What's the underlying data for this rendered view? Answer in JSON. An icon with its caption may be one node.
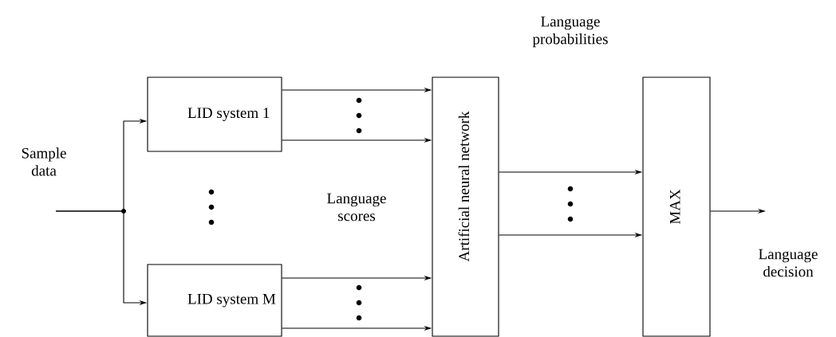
{
  "diagram": {
    "nodes": [
      {
        "text": [
          "LID system 1"
        ]
      },
      {
        "text": [
          "LID system M"
        ]
      },
      {
        "text": [
          "Artificial neural network"
        ]
      },
      {
        "text": [
          "MAX"
        ]
      }
    ],
    "edges": [
      {
        "from": null,
        "to": 0,
        "arrow": "to"
      },
      {
        "from": null,
        "to": 1,
        "arrow": "to"
      },
      {
        "from": 0,
        "to": 2,
        "arrow": "to"
      },
      {
        "from": 0,
        "to": 2,
        "arrow": "to"
      },
      {
        "from": 1,
        "to": 2,
        "arrow": "to"
      },
      {
        "from": 1,
        "to": 2,
        "arrow": "to"
      },
      {
        "from": 2,
        "to": 3,
        "arrow": "to"
      },
      {
        "from": 2,
        "to": 3,
        "arrow": "to"
      },
      {
        "from": 3,
        "to": null,
        "arrow": "to"
      }
    ],
    "labels": [
      "Language probabilities",
      "Sample data",
      "Language scores",
      "Language decision"
    ]
  }
}
